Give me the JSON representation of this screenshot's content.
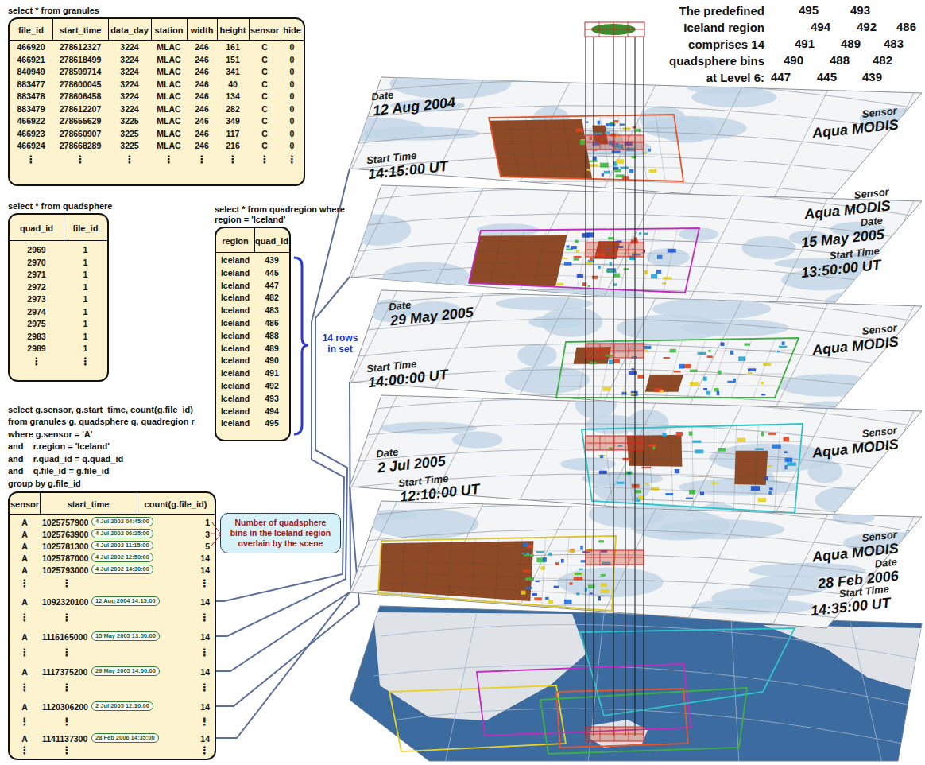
{
  "diagram": {
    "nodes": [
      {
        "text": [
          "select * from granules"
        ]
      },
      {
        "text": [
          "select * from quadsphere"
        ]
      },
      {
        "text": [
          "select * from quadregion where region = 'Iceland'"
        ]
      },
      {
        "text": [
          "select g.sensor, g.start_time, count(g.file_id)",
          "from granules g, quadsphere q, quadregion r",
          "where g.sensor = 'A'",
          "and    r.region = 'Iceland'",
          "and    r.quad_id = q.quad_id",
          "and    q.file_id = g.file_id",
          "group by g.file_id"
        ]
      },
      {
        "text": [
          "4 Jul 2002 04:45:00"
        ],
        "in": 3
      },
      {
        "text": [
          "4 Jul 2002 06:25:00"
        ],
        "in": 3
      },
      {
        "text": [
          "4 Jul 2002 11:15:00"
        ],
        "in": 3
      },
      {
        "text": [
          "4 Jul 2002 12:50:00"
        ],
        "in": 3
      },
      {
        "text": [
          "4 Jul 2002 14:30:00"
        ],
        "in": 3
      },
      {
        "text": [
          "12 Aug 2004 14:15:00"
        ],
        "in": 3
      },
      {
        "text": [
          "15 May 2005 13:50:00"
        ],
        "in": 3
      },
      {
        "text": [
          "29 May 2005 14:00:00"
        ],
        "in": 3
      },
      {
        "text": [
          "2 Jul 2005 12:10:00"
        ],
        "in": 3
      },
      {
        "text": [
          "28 Feb 2006 14:35:00"
        ],
        "in": 3
      },
      {
        "text": [
          "Number of quadsphere bins in the Iceland region overlain by the scene"
        ]
      },
      {
        "text": [
          "Date",
          "12 Aug 2004",
          "Sensor",
          "Aqua MODIS",
          "Start Time",
          "14:15:00 UT"
        ]
      },
      {
        "text": [
          "Date",
          "15 May 2005",
          "Sensor",
          "Aqua MODIS",
          "Start Time",
          "13:50:00 UT"
        ]
      },
      {
        "text": [
          "Date",
          "29 May 2005",
          "Sensor",
          "Aqua MODIS",
          "Start Time",
          "14:00:00 UT"
        ]
      },
      {
        "text": [
          "Date",
          "2 Jul 2005",
          "Sensor",
          "Aqua MODIS",
          "Start Time",
          "12:10:00 UT"
        ]
      },
      {
        "text": [
          "Date",
          "28 Feb 2006",
          "Sensor",
          "Aqua MODIS",
          "Start Time",
          "14:35:00 UT"
        ]
      }
    ],
    "edges": [
      {
        "from": 3,
        "to": 15,
        "arrow": "none"
      },
      {
        "from": 3,
        "to": 16,
        "arrow": "none"
      },
      {
        "from": 3,
        "to": 17,
        "arrow": "none"
      },
      {
        "from": 3,
        "to": 18,
        "arrow": "none"
      },
      {
        "from": 3,
        "to": 19,
        "arrow": "none"
      }
    ],
    "labels": [
      "file_id",
      "start_time",
      "data_day",
      "station",
      "width",
      "height",
      "sensor",
      "hide",
      "466920",
      "278612327",
      "3224",
      "MLAC",
      "246",
      "161",
      "C",
      "0",
      "466921",
      "278618499",
      "3224",
      "MLAC",
      "246",
      "151",
      "C",
      "0",
      "840949",
      "278599714",
      "3224",
      "MLAC",
      "246",
      "341",
      "C",
      "0",
      "883477",
      "278600045",
      "3224",
      "MLAC",
      "246",
      "40",
      "C",
      "0",
      "883478",
      "278606458",
      "3224",
      "MLAC",
      "246",
      "134",
      "C",
      "0",
      "883479",
      "278612207",
      "3224",
      "MLAC",
      "246",
      "282",
      "C",
      "0",
      "466922",
      "278655629",
      "3225",
      "MLAC",
      "246",
      "349",
      "C",
      "0",
      "466923",
      "278660907",
      "3225",
      "MLAC",
      "246",
      "117",
      "C",
      "0",
      "466924",
      "278668289",
      "3225",
      "MLAC",
      "246",
      "216",
      "C",
      "0",
      "⋮",
      "⋮",
      "⋮",
      "⋮",
      "⋮",
      "⋮",
      "⋮",
      "⋮",
      "quad_id",
      "file_id",
      "2969",
      "1",
      "2970",
      "1",
      "2971",
      "1",
      "2972",
      "1",
      "2973",
      "1",
      "2974",
      "1",
      "2975",
      "1",
      "2983",
      "1",
      "2989",
      "1",
      "⋮",
      "⋮",
      "region",
      "quad_id",
      "Iceland",
      "439",
      "Iceland",
      "445",
      "Iceland",
      "447",
      "Iceland",
      "482",
      "Iceland",
      "483",
      "Iceland",
      "486",
      "Iceland",
      "488",
      "Iceland",
      "489",
      "Iceland",
      "490",
      "Iceland",
      "491",
      "Iceland",
      "492",
      "Iceland",
      "493",
      "Iceland",
      "494",
      "Iceland",
      "495",
      "14 rows in set",
      "sensor",
      "start_time",
      "count(g.file_id)",
      "A",
      "1025757900",
      "1",
      "A",
      "1025763900",
      "3",
      "A",
      "1025781300",
      "5",
      "A",
      "1025787000",
      "14",
      "A",
      "1025793000",
      "14",
      "⋮",
      "⋮",
      "⋮",
      "A",
      "1092320100",
      "14",
      "⋮",
      "⋮",
      "⋮",
      "A",
      "1116165000",
      "14",
      "⋮",
      "⋮",
      "⋮",
      "A",
      "1117375200",
      "14",
      "⋮",
      "⋮",
      "⋮",
      "A",
      "1120306200",
      "14",
      "⋮",
      "⋮",
      "⋮",
      "A",
      "1141137300",
      "14",
      "⋮",
      "⋮",
      "⋮",
      "The predefined Iceland region comprises 14 quadsphere bins at Level 6:",
      "495",
      "493",
      "494",
      "492",
      "486",
      "491",
      "489",
      "483",
      "490",
      "488",
      "482",
      "447",
      "445",
      "439"
    ]
  }
}
